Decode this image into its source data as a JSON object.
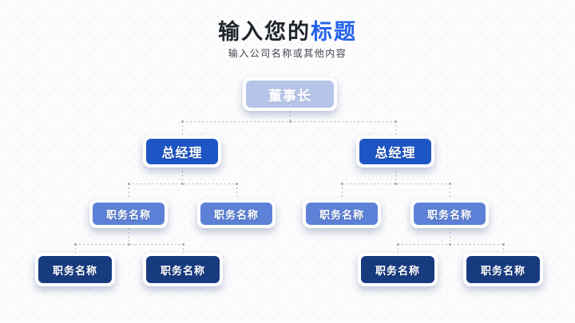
{
  "header": {
    "title_prefix": "输入您的",
    "title_highlight": "标题",
    "subtitle": "输入公司名称或其他内容"
  },
  "org_chart": {
    "root": {
      "label": "董事长",
      "level": 1
    },
    "managers": [
      {
        "label": "总经理",
        "level": 2
      },
      {
        "label": "总经理",
        "level": 2
      }
    ],
    "positions_mid": [
      {
        "label": "职务名称",
        "level": 3
      },
      {
        "label": "职务名称",
        "level": 3
      },
      {
        "label": "职务名称",
        "level": 3
      },
      {
        "label": "职务名称",
        "level": 3
      }
    ],
    "positions_bottom": [
      {
        "label": "职务名称",
        "level": 4
      },
      {
        "label": "职务名称",
        "level": 4
      },
      {
        "label": "职务名称",
        "level": 4
      },
      {
        "label": "职务名称",
        "level": 4
      }
    ]
  },
  "colors": {
    "title_text": "#20242b",
    "title_accent": "#2563eb",
    "subtitle_text": "#41454d",
    "level1_fill": "#b6c4e8",
    "level2_fill": "#1e55c4",
    "level3_fill": "#5d81d6",
    "level4_fill": "#183b80",
    "node_border": "#ffffff",
    "connector": "#b4b9c0",
    "background": "#fcfcfd"
  }
}
